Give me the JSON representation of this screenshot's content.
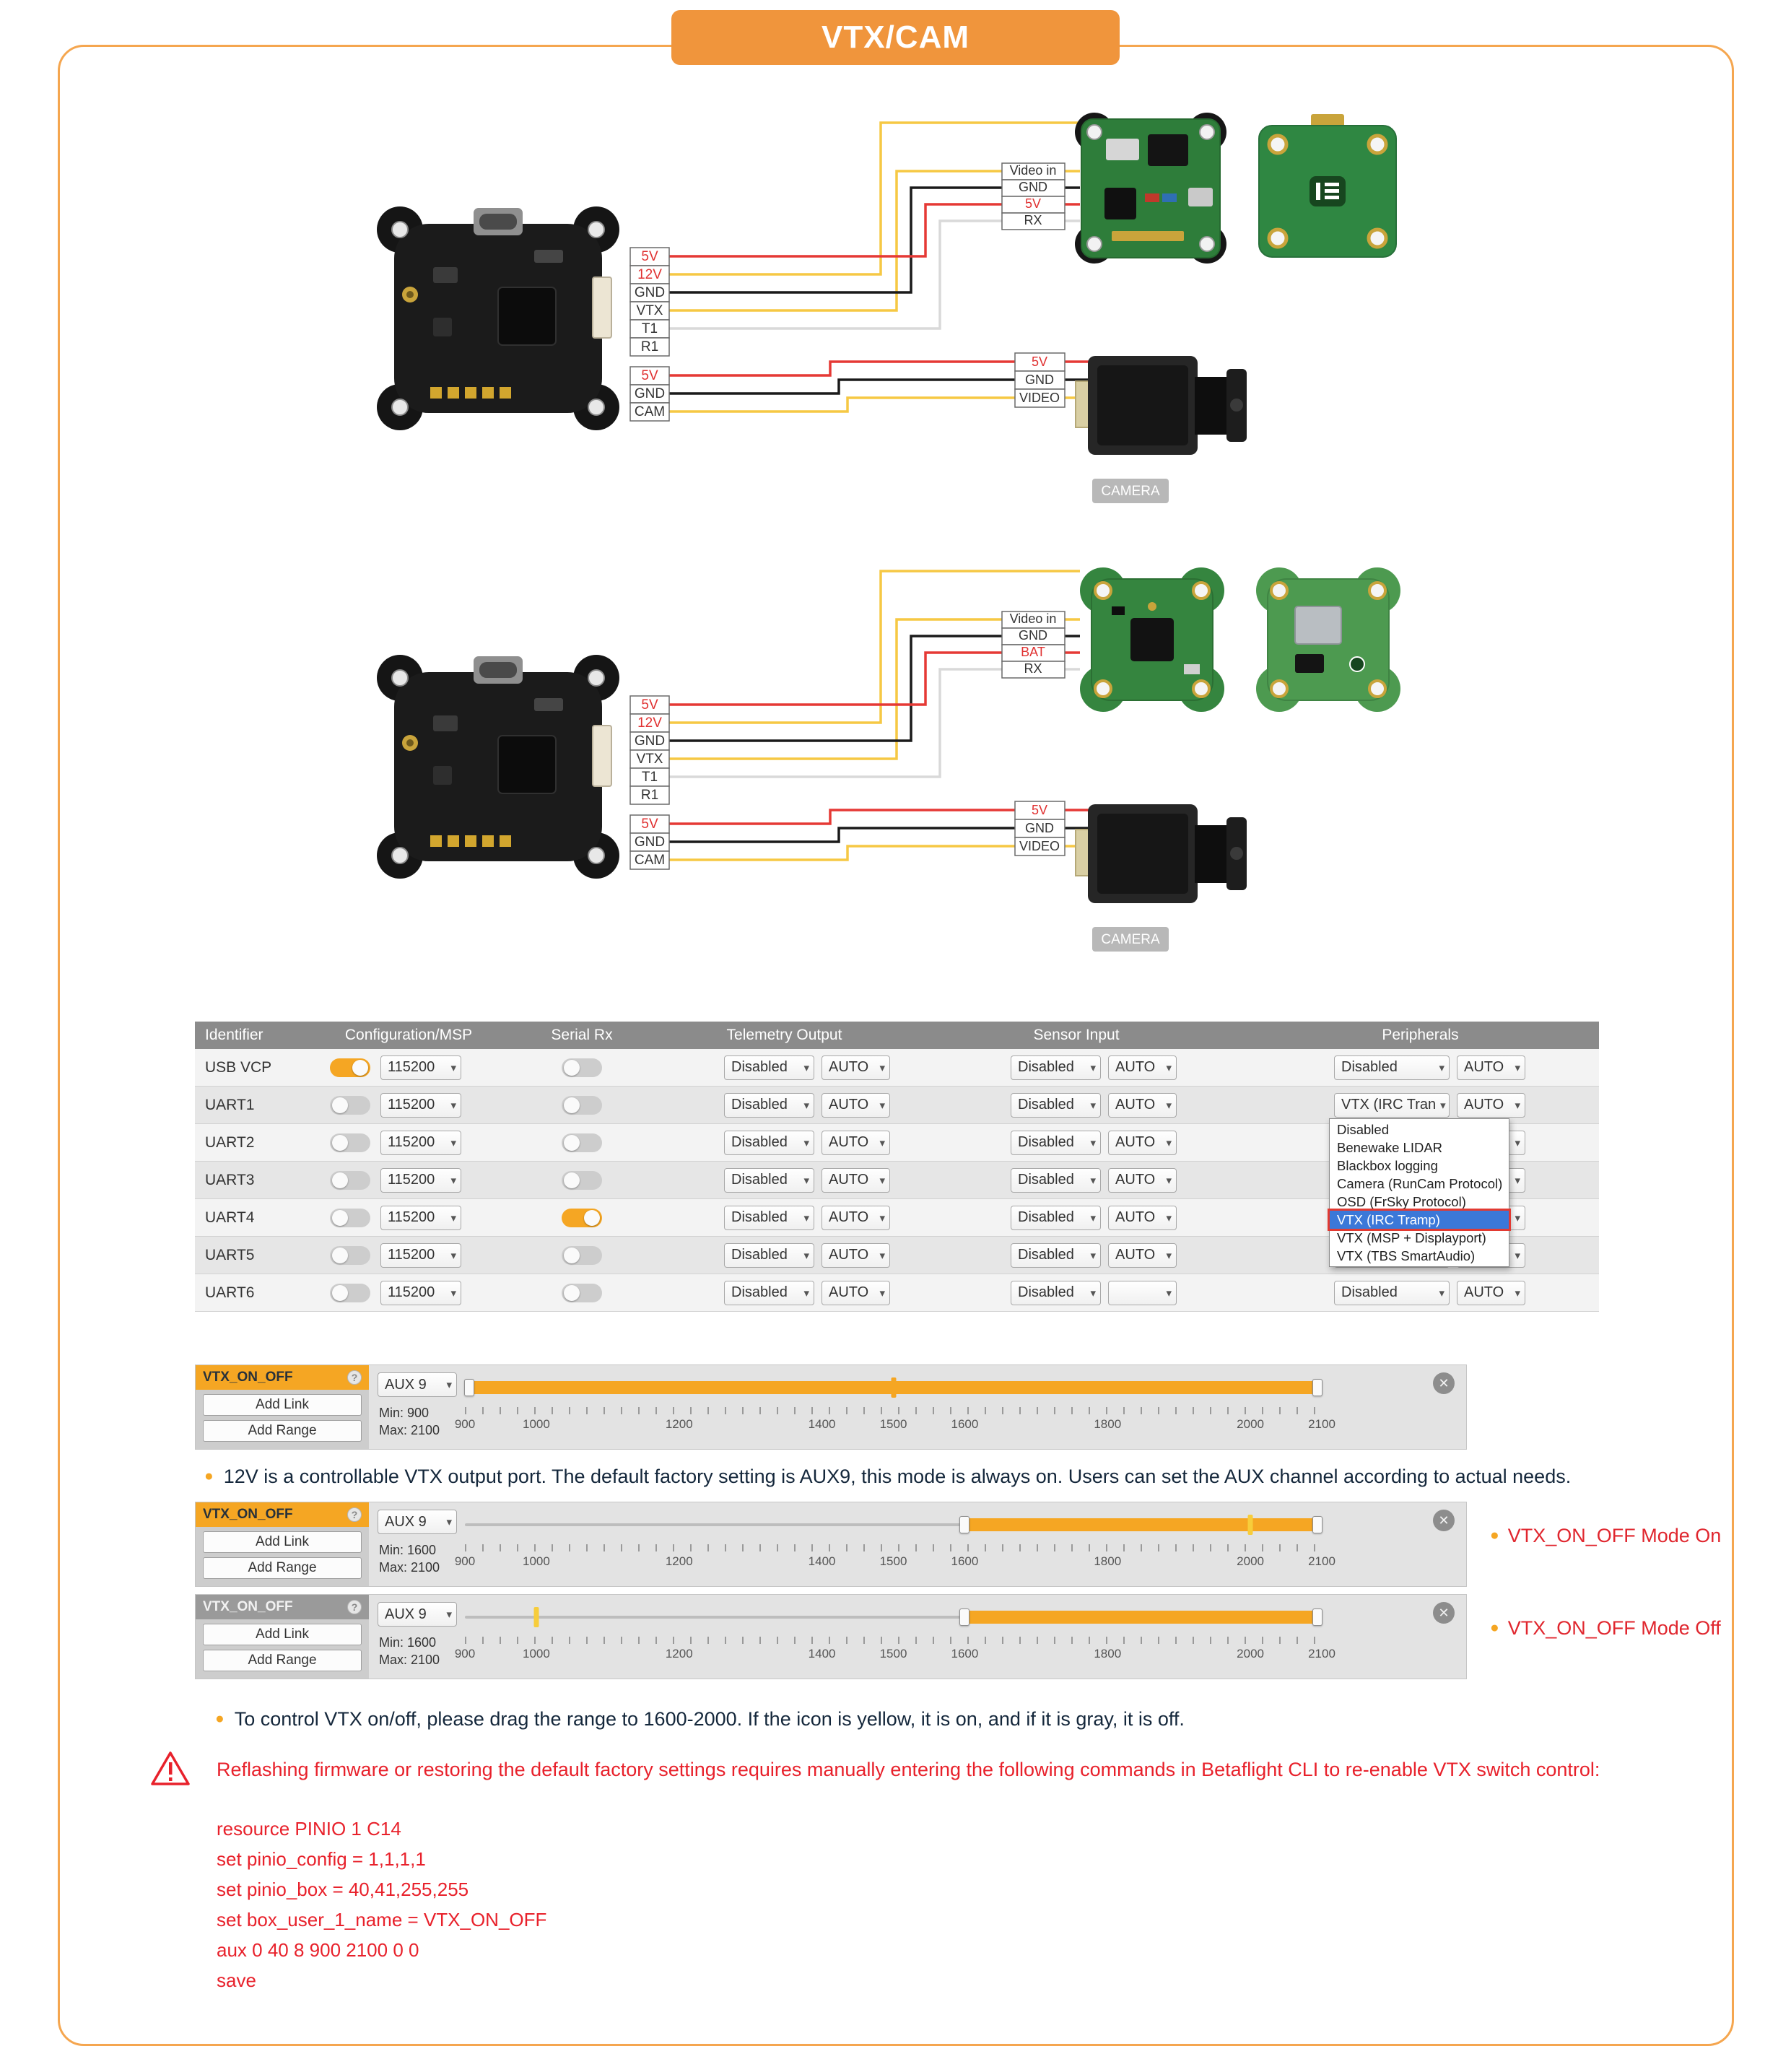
{
  "title": {
    "text": "VTX/CAM"
  },
  "colors": {
    "accent_orange": "#F0953C",
    "alert_red": "#E8212B",
    "wire_red": "#E53935",
    "wire_yellow": "#F6C844",
    "range_bar_orange": "#F5A623",
    "dropdown_highlight_blue": "#3B78D8"
  },
  "wiring": {
    "fc_pins": [
      "5V",
      "12V",
      "GND",
      "VTX",
      "T1",
      "R1"
    ],
    "fc_cam_pins": [
      "5V",
      "GND",
      "CAM"
    ],
    "camera_pins": [
      "5V",
      "GND",
      "VIDEO"
    ],
    "camera_label": "CAMERA",
    "diagram1_video_pins": [
      "Video in",
      "GND",
      "5V",
      "RX"
    ],
    "diagram2_video_pins": [
      "Video in",
      "GND",
      "BAT",
      "RX"
    ]
  },
  "ports": {
    "headers": [
      "Identifier",
      "Configuration/MSP",
      "Serial Rx",
      "Telemetry Output",
      "Sensor Input",
      "Peripherals"
    ],
    "baud": "115200",
    "disabled": "Disabled",
    "auto": "AUTO",
    "rows": [
      {
        "id": "USB VCP",
        "msp_enabled": true,
        "serial_rx_enabled": false,
        "peripheral": "Disabled"
      },
      {
        "id": "UART1",
        "msp_enabled": false,
        "serial_rx_enabled": false,
        "peripheral": "VTX (IRC Tran"
      },
      {
        "id": "UART2",
        "msp_enabled": false,
        "serial_rx_enabled": false,
        "peripheral": "Disabled"
      },
      {
        "id": "UART3",
        "msp_enabled": false,
        "serial_rx_enabled": false,
        "peripheral": "Disabled"
      },
      {
        "id": "UART4",
        "msp_enabled": false,
        "serial_rx_enabled": true,
        "peripheral": "Disabled"
      },
      {
        "id": "UART5",
        "msp_enabled": false,
        "serial_rx_enabled": false,
        "peripheral": "Disabled"
      },
      {
        "id": "UART6",
        "msp_enabled": false,
        "serial_rx_enabled": false,
        "peripheral": "Disabled"
      }
    ],
    "dropdown_items": [
      "Disabled",
      "Benewake LIDAR",
      "Blackbox logging",
      "Camera (RunCam Protocol)",
      "OSD (FrSky Protocol)",
      "VTX (IRC Tramp)",
      "VTX (MSP + Displayport)",
      "VTX (TBS SmartAudio)"
    ],
    "dropdown_selected": "VTX (IRC Tramp)"
  },
  "modes": {
    "add_link": "Add Link",
    "add_range": "Add Range",
    "slider_ticks": [
      {
        "v": 900,
        "label": "900"
      },
      {
        "v": 1000,
        "label": "1000"
      },
      {
        "v": 1200,
        "label": "1200"
      },
      {
        "v": 1400,
        "label": "1400"
      },
      {
        "v": 1500,
        "label": "1500"
      },
      {
        "v": 1600,
        "label": "1600"
      },
      {
        "v": 1800,
        "label": "1800"
      },
      {
        "v": 2000,
        "label": "2000"
      },
      {
        "v": 2100,
        "label": "2100"
      }
    ],
    "panels": [
      {
        "name": "VTX_ON_OFF",
        "help": "?",
        "aux": "AUX 9",
        "min_label": "Min: 900",
        "max_label": "Max: 2100",
        "range_min": 900,
        "range_max": 2100,
        "marker": 1500,
        "state": "on"
      },
      {
        "name": "VTX_ON_OFF",
        "help": "?",
        "aux": "AUX 9",
        "min_label": "Min: 1600",
        "max_label": "Max: 2100",
        "range_min": 1600,
        "range_max": 2100,
        "marker": 2000,
        "state": "on",
        "side_label": "VTX_ON_OFF Mode On"
      },
      {
        "name": "VTX_ON_OFF",
        "help": "?",
        "aux": "AUX 9",
        "min_label": "Min: 1600",
        "max_label": "Max: 2100",
        "range_min": 1600,
        "range_max": 2100,
        "marker": 1000,
        "state": "off",
        "side_label": "VTX_ON_OFF Mode Off"
      }
    ],
    "note1": "12V is a controllable VTX output port. The default factory setting is AUX9, this mode is always on. Users can set the AUX channel according to actual needs.",
    "note2": "To control VTX on/off, please drag the range to 1600-2000. If the icon is yellow, it is on, and if it is gray, it is off."
  },
  "warning": {
    "text": "Reflashing firmware or restoring the default factory settings requires manually entering the following commands in Betaflight CLI to re-enable VTX switch control:",
    "cli": [
      "resource PINIO 1 C14",
      "set pinio_config = 1,1,1,1",
      "set pinio_box = 40,41,255,255",
      "set box_user_1_name = VTX_ON_OFF",
      "aux 0 40 8 900 2100 0 0",
      "save"
    ]
  }
}
